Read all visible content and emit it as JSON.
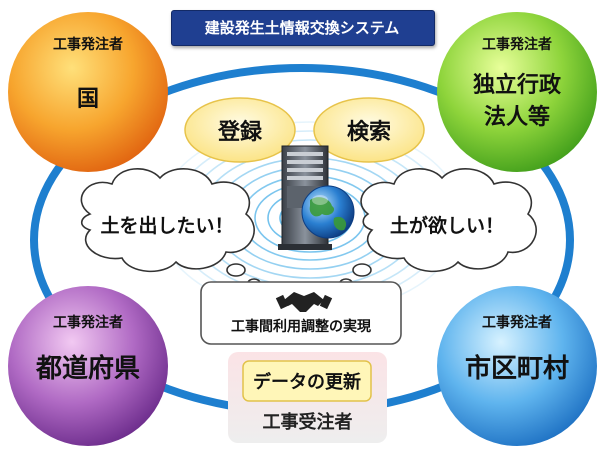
{
  "title": "建設発生土情報交換システム",
  "nodes": {
    "top_left": {
      "role": "工事発注者",
      "name": "国"
    },
    "top_right": {
      "role": "工事発注者",
      "name_line1": "独立行政",
      "name_line2": "法人等"
    },
    "bottom_left": {
      "role": "工事発注者",
      "name": "都道府県"
    },
    "bottom_right": {
      "role": "工事発注者",
      "name": "市区町村"
    }
  },
  "actions": {
    "register": "登録",
    "search": "検索"
  },
  "clouds": {
    "left": "土を出したい！",
    "right": "土が欲しい！"
  },
  "coordination": "工事間利用調整の実現",
  "contractor": {
    "update": "データの更新",
    "name": "工事受注者"
  },
  "colors": {
    "title_bar": "#1f3f91",
    "ring": "#1e7fcf",
    "orange": "#f08a1c",
    "green": "#6cc52f",
    "purple": "#8a3fa6",
    "blue": "#3f9be0",
    "pill": "#fde89a"
  },
  "icons": [
    "server-icon",
    "globe-icon",
    "handshake-icon"
  ]
}
